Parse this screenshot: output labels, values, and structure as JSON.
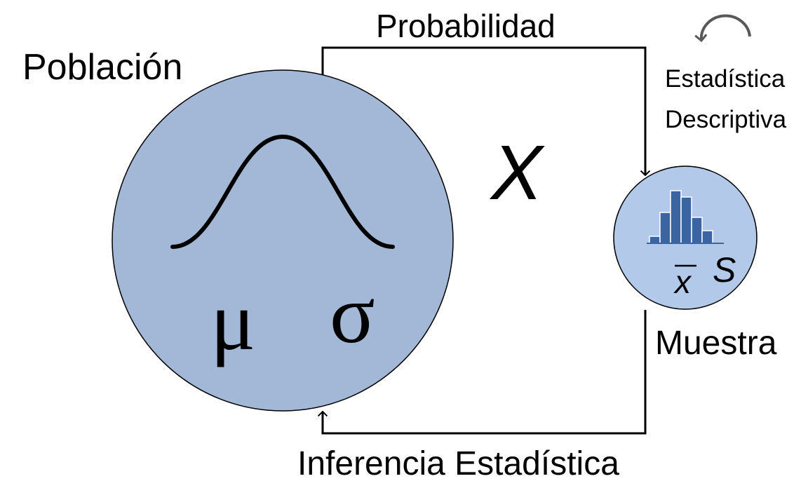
{
  "labels": {
    "population": "Población",
    "probability": "Probabilidad",
    "variable": "X",
    "descriptive_line1": "Estadística",
    "descriptive_line2": "Descriptiva",
    "sample": "Muestra",
    "inference": "Inferencia Estadística",
    "mu": "μ",
    "sigma": "σ",
    "xbar": "x",
    "s": "S"
  },
  "colors": {
    "population_fill": "#a3b8d6",
    "sample_fill": "#b3c9ea",
    "histogram_bar": "#3c64a0",
    "line": "#000000",
    "cycle_icon": "#595959"
  },
  "icons": {
    "population_curve": "bell-curve-icon",
    "sample_chart": "histogram-icon",
    "descriptive": "circular-arrow-icon"
  }
}
